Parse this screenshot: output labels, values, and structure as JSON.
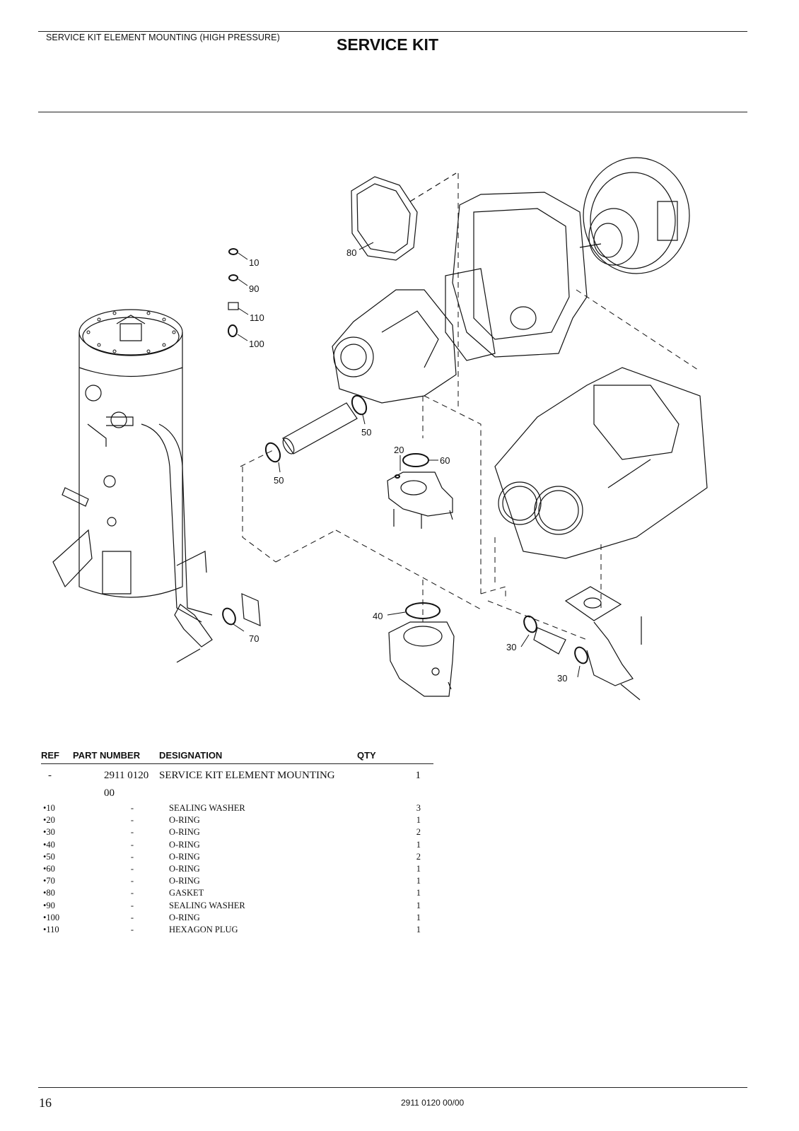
{
  "header": {
    "subtitle": "SERVICE KIT ELEMENT MOUNTING (HIGH PRESSURE)",
    "title": "SERVICE KIT"
  },
  "diagram": {
    "callouts": [
      "10",
      "90",
      "110",
      "100",
      "80",
      "50",
      "50",
      "20",
      "60",
      "40",
      "70",
      "30",
      "30"
    ]
  },
  "parts_table": {
    "columns": [
      "REF",
      "PART NUMBER",
      "DESIGNATION",
      "QTY"
    ],
    "main_row": {
      "ref": "-",
      "part_number": "2911 0120 00",
      "designation": "SERVICE KIT ELEMENT MOUNTING",
      "qty": "1"
    },
    "rows": [
      {
        "ref": "•10",
        "part_number": "-",
        "designation": "SEALING WASHER",
        "qty": "3"
      },
      {
        "ref": "•20",
        "part_number": "-",
        "designation": "O-RING",
        "qty": "1"
      },
      {
        "ref": "•30",
        "part_number": "-",
        "designation": "O-RING",
        "qty": "2"
      },
      {
        "ref": "•40",
        "part_number": "-",
        "designation": "O-RING",
        "qty": "1"
      },
      {
        "ref": "•50",
        "part_number": "-",
        "designation": "O-RING",
        "qty": "2"
      },
      {
        "ref": "•60",
        "part_number": "-",
        "designation": "O-RING",
        "qty": "1"
      },
      {
        "ref": "•70",
        "part_number": "-",
        "designation": "O-RING",
        "qty": "1"
      },
      {
        "ref": "•80",
        "part_number": "-",
        "designation": "GASKET",
        "qty": "1"
      },
      {
        "ref": "•90",
        "part_number": "-",
        "designation": "SEALING WASHER",
        "qty": "1"
      },
      {
        "ref": "•100",
        "part_number": "-",
        "designation": "O-RING",
        "qty": "1"
      },
      {
        "ref": "•110",
        "part_number": "-",
        "designation": "HEXAGON PLUG",
        "qty": "1"
      }
    ]
  },
  "footer": {
    "page_number": "16",
    "doc_number": "2911 0120 00/00"
  }
}
